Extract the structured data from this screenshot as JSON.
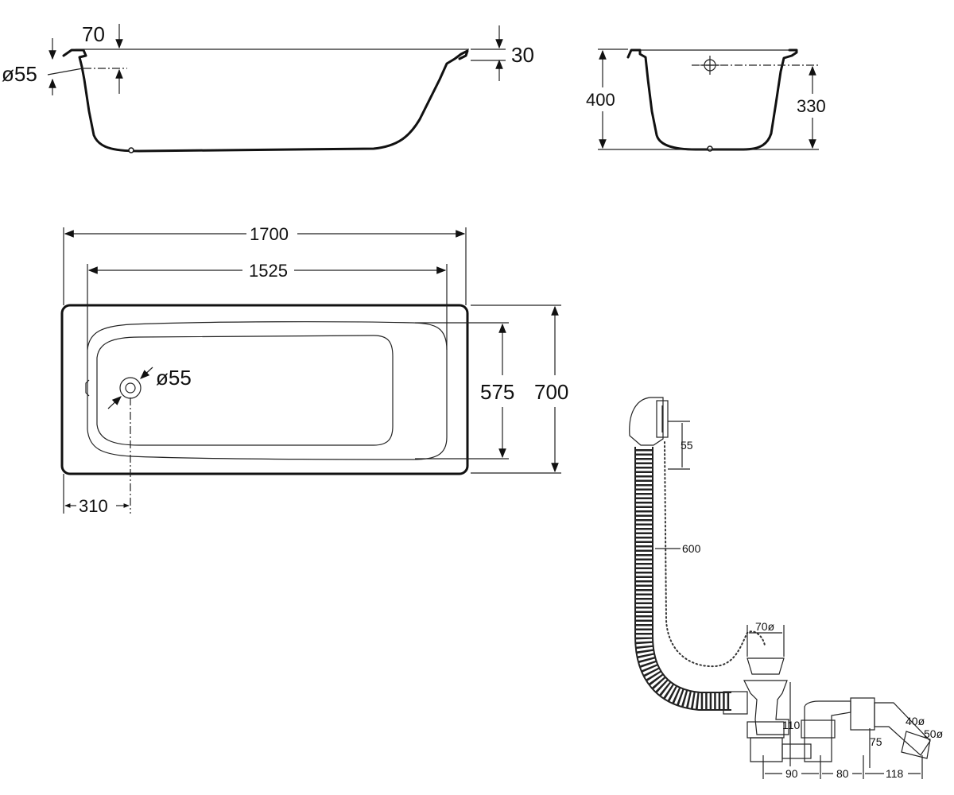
{
  "side_view": {
    "top_left_dim": "70",
    "overflow_dim": "ø55",
    "top_right_dim": "30"
  },
  "end_view": {
    "height_dim": "400",
    "outlet_height_dim": "330"
  },
  "plan_view": {
    "length_dim": "1700",
    "inner_length_dim": "1525",
    "inner_width_dim": "575",
    "width_dim": "700",
    "drain_dim": "ø55",
    "drain_offset_dim": "310"
  },
  "waste_kit": {
    "overflow_drop_dim": "55",
    "hose_length_dim": "600",
    "plug_dim": "70ø",
    "trap_height_dim": "110",
    "outlet_height_dim": "75",
    "outlet_small_dim": "40ø",
    "outlet_large_dim": "50ø",
    "offset_1_dim": "90",
    "offset_2_dim": "80",
    "offset_3_dim": "118"
  }
}
